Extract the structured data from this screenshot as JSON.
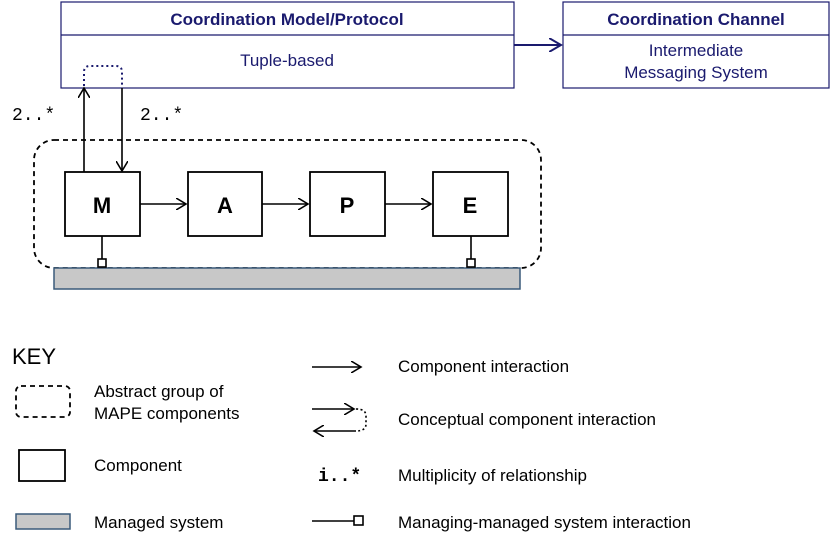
{
  "header": {
    "coordination_model_title": "Coordination Model/Protocol",
    "coordination_model_value": "Tuple-based",
    "coordination_channel_title": "Coordination Channel",
    "coordination_channel_line1": "Intermediate",
    "coordination_channel_line2": "Messaging System"
  },
  "multiplicity": {
    "left": "2..*",
    "right": "2..*"
  },
  "components": {
    "m": "M",
    "a": "A",
    "p": "P",
    "e": "E"
  },
  "key": {
    "title": "KEY",
    "abstract_group_line1": "Abstract group of",
    "abstract_group_line2": "MAPE components",
    "component": "Component",
    "managed_system": "Managed system",
    "component_interaction": "Component interaction",
    "conceptual_interaction": "Conceptual component interaction",
    "multiplicity_symbol": "i..*",
    "multiplicity_label": "Multiplicity of relationship",
    "managing_managed": "Managing-managed system interaction"
  },
  "colors": {
    "navy": "#1a1a6e",
    "dotted_blue": "#1a1a6e",
    "managed_fill": "#c8c8c8",
    "managed_border": "#3a5a7a"
  }
}
